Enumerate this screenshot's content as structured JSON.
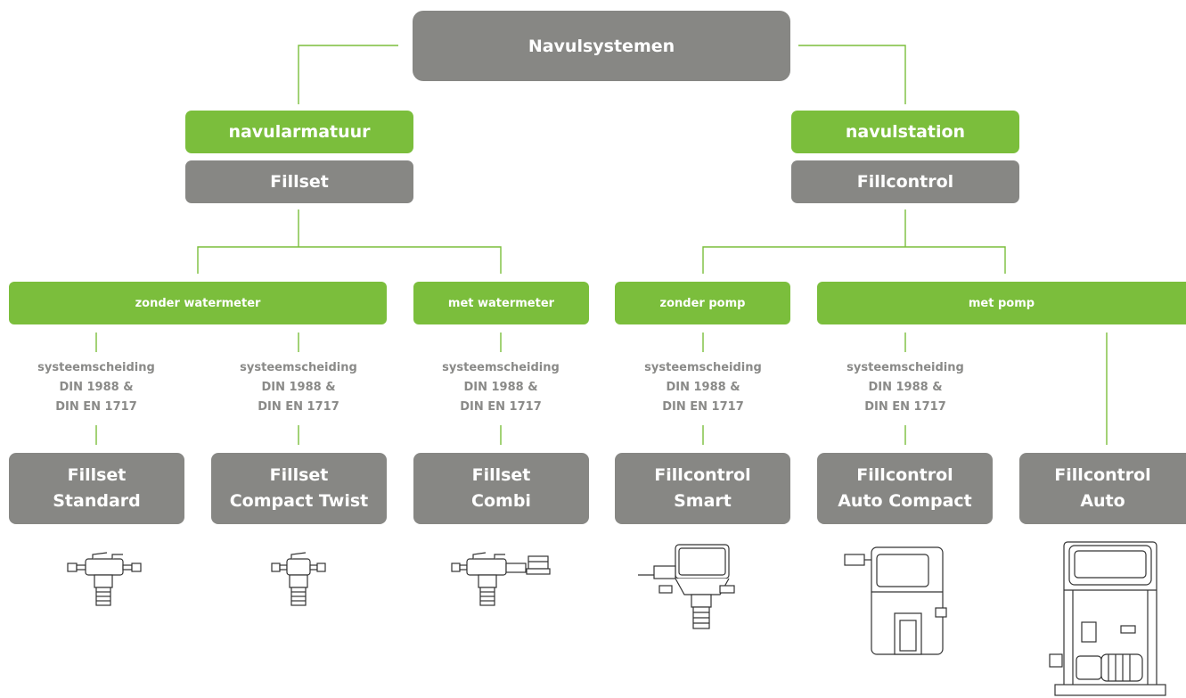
{
  "colors": {
    "accent_green": "#7bbe3c",
    "box_grey": "#878784",
    "note_grey": "#8a8a88",
    "line_green": "#7bbe3c"
  },
  "root": {
    "label": "Navulsystemen"
  },
  "branches": [
    {
      "category": "navularmatuur",
      "product_group": "Fillset"
    },
    {
      "category": "navulstation",
      "product_group": "Fillcontrol"
    }
  ],
  "subcategories": [
    {
      "label": "zonder watermeter"
    },
    {
      "label": "met watermeter"
    },
    {
      "label": "zonder pomp"
    },
    {
      "label": "met pomp"
    }
  ],
  "requirement_note": {
    "line1": "systeemscheiding",
    "line2": "DIN 1988 &",
    "line3": "DIN EN 1717"
  },
  "products": [
    {
      "line1": "Fillset",
      "line2": "Standard",
      "image_icon": "fill-valve-drawing"
    },
    {
      "line1": "Fillset",
      "line2": "Compact Twist",
      "image_icon": "fill-valve-drawing"
    },
    {
      "line1": "Fillset",
      "line2": "Combi",
      "image_icon": "fill-valve-meter-drawing"
    },
    {
      "line1": "Fillcontrol",
      "line2": "Smart",
      "image_icon": "fill-control-box-drawing"
    },
    {
      "line1": "Fillcontrol",
      "line2": "Auto Compact",
      "image_icon": "fill-station-cabinet-drawing"
    },
    {
      "line1": "Fillcontrol",
      "line2": "Auto",
      "image_icon": "fill-station-pump-drawing"
    }
  ]
}
